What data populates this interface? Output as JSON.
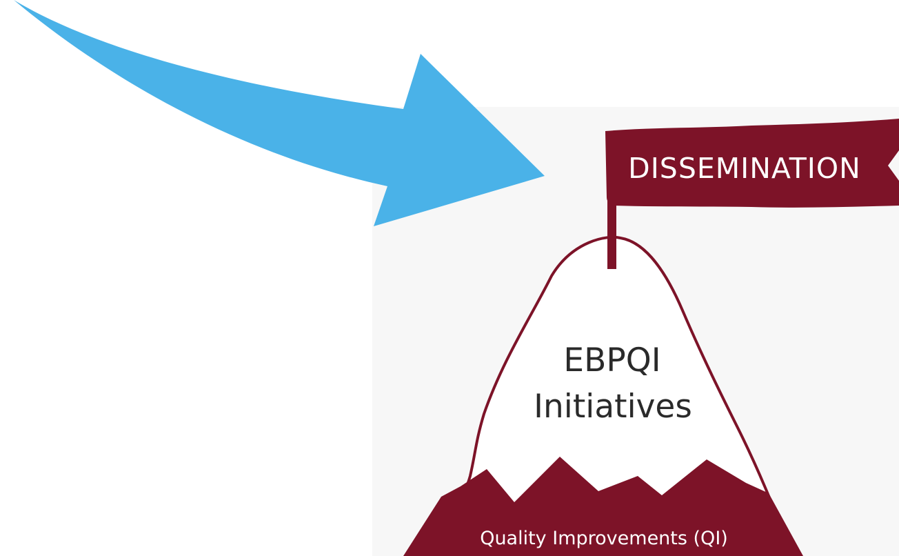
{
  "flag": {
    "label": "DISSEMINATION"
  },
  "mountain": {
    "title_line1": "EBPQI",
    "title_line2": "Initiatives",
    "base_label": "Quality Improvements (QI)"
  },
  "colors": {
    "arrow": "#4ab2e8",
    "maroon": "#7d1328",
    "panel": "#f7f7f7",
    "text_dark": "#2a2a2a"
  },
  "icons": {
    "arrow": "curved-arrow-icon",
    "flag": "flag-icon",
    "mountain": "mountain-icon"
  }
}
